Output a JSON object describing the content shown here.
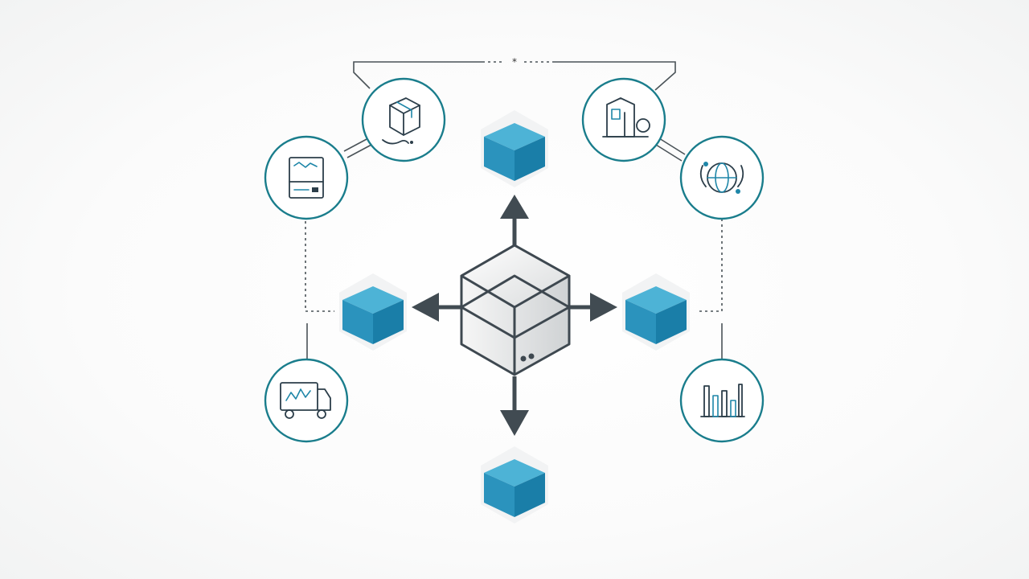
{
  "diagram": {
    "center": {
      "label": "",
      "glyph": "link-icon"
    },
    "nodes": [
      {
        "id": "node-top",
        "shape": "cube",
        "color": "#2b93bd"
      },
      {
        "id": "node-left",
        "shape": "cube",
        "color": "#2b93bd"
      },
      {
        "id": "node-right",
        "shape": "cube",
        "color": "#2b93bd"
      },
      {
        "id": "node-bottom",
        "shape": "cube",
        "color": "#2b93bd"
      }
    ],
    "icons": [
      {
        "id": "package",
        "icon": "package-icon"
      },
      {
        "id": "storage-box",
        "icon": "storage-box-icon"
      },
      {
        "id": "delivery-truck",
        "icon": "delivery-truck-icon"
      },
      {
        "id": "warehouse",
        "icon": "warehouse-icon"
      },
      {
        "id": "global-network",
        "icon": "global-network-icon"
      },
      {
        "id": "analytics",
        "icon": "bar-chart-icon"
      }
    ],
    "colors": {
      "accent": "#1a7d8c",
      "cube": "#2b93bd",
      "arrow": "#414b52",
      "background": "#ffffff"
    }
  }
}
